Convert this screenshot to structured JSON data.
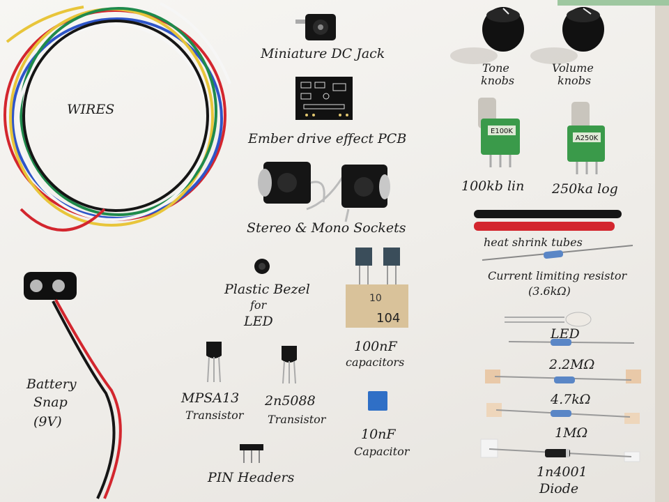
{
  "labels": {
    "wires": "WIRES",
    "dc_jack": "Miniature DC Jack",
    "pcb": "Ember drive effect PCB",
    "sockets": "Stereo & Mono Sockets",
    "tone_knobs_1": "Tone",
    "tone_knobs_2": "knobs",
    "volume_knobs_1": "Volume",
    "volume_knobs_2": "knobs",
    "pot_lin": "100kb lin",
    "pot_log": "250ka log",
    "heat_shrink": "heat shrink tubes",
    "resistor_1": "Current limiting resistor",
    "resistor_2": "(3.6kΩ)",
    "bezel_1": "Plastic Bezel",
    "bezel_2": "for",
    "bezel_3": "LED",
    "cap100_1": "100nF",
    "cap100_2": "capacitors",
    "led": "LED",
    "r22": "2.2MΩ",
    "r47": "4.7kΩ",
    "r1m": "1MΩ",
    "diode_1": "1n4001",
    "diode_2": "Diode",
    "battery_1": "Battery",
    "battery_2": "Snap",
    "battery_3": "(9V)",
    "mpsa_1": "MPSA13",
    "mpsa_2": "Transistor",
    "n5088_1": "2n5088",
    "n5088_2": "Transistor",
    "cap10_1": "10nF",
    "cap10_2": "Capacitor",
    "pin_headers": "PIN Headers",
    "cap_code_1": "10",
    "cap_code_2": "104",
    "pot_marking_1": "E100K",
    "pot_marking_2": "A250K"
  },
  "colors": {
    "paper": "#f4f3f0",
    "ink": "#1d1d1d",
    "wire_red": "#d3262e",
    "wire_blue": "#2e55c8",
    "wire_yellow": "#e8c53a",
    "wire_green": "#1f8a4c",
    "wire_white": "#f6f6f6",
    "wire_black": "#151515",
    "pot_green": "#3a9a4a",
    "pcb_black": "#111111"
  }
}
